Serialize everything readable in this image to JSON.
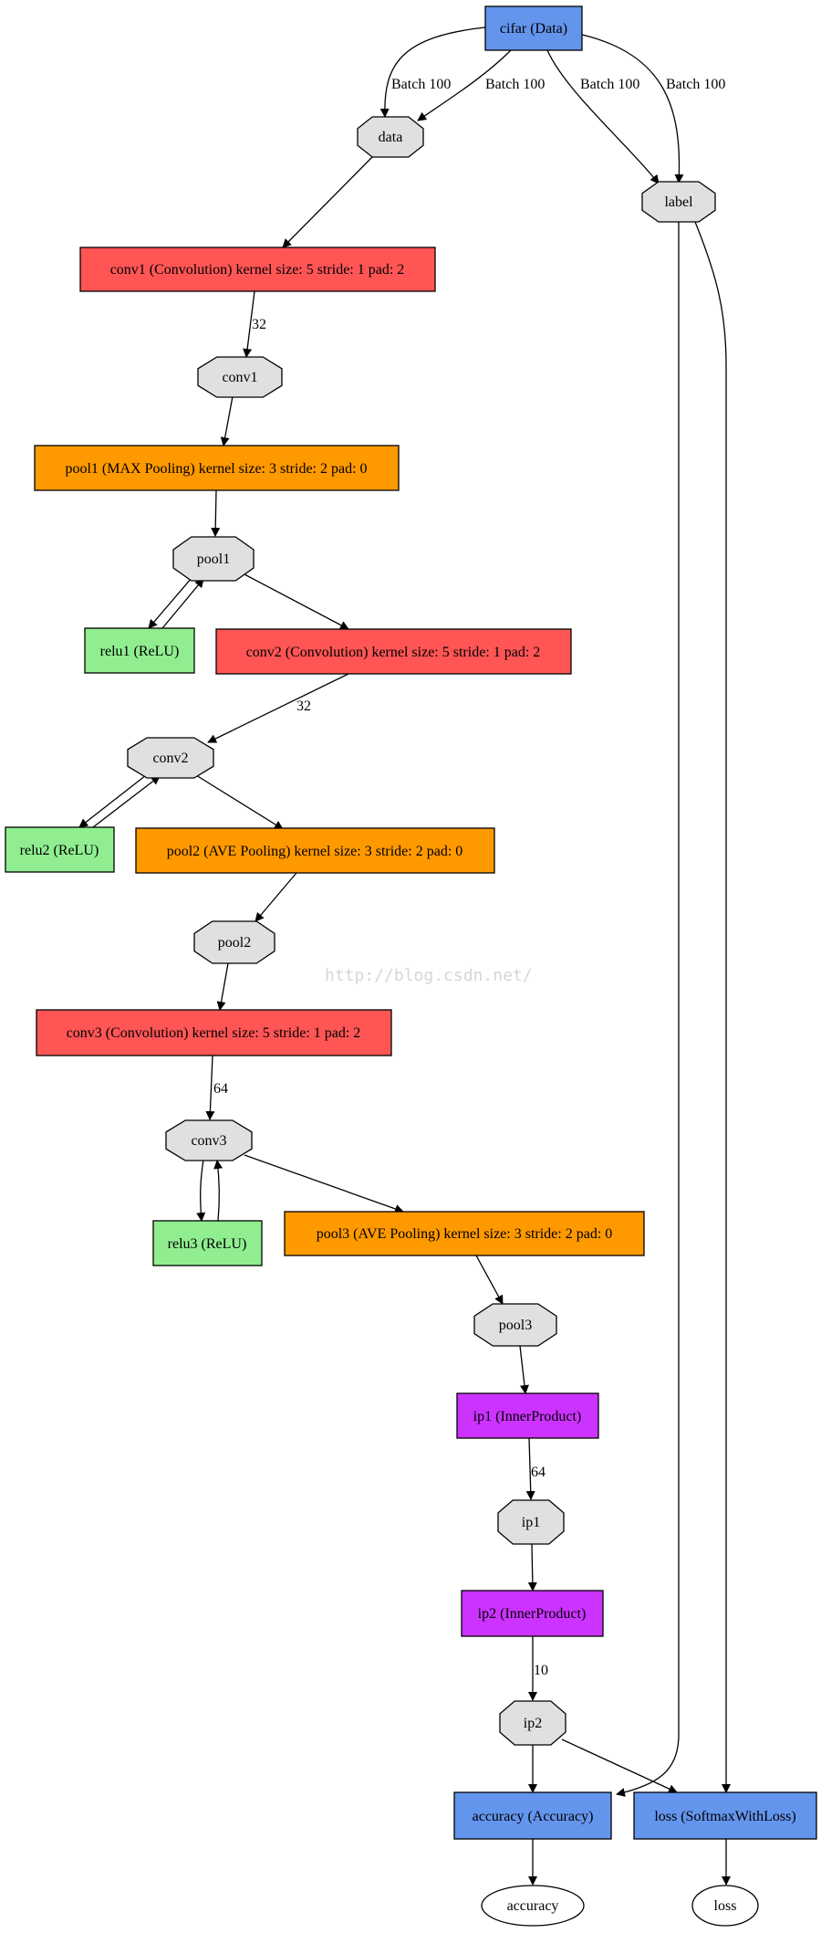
{
  "colors": {
    "data_layer": "#6495ED",
    "convolution": "#FF5555",
    "pooling": "#FF9900",
    "relu": "#90EE90",
    "inner_product": "#CC33FF",
    "blob": "#E0E0E0",
    "output": "#FFFFFF"
  },
  "layers": {
    "cifar": "cifar (Data)",
    "conv1": "conv1 (Convolution) kernel size: 5 stride: 1 pad: 2",
    "pool1": "pool1 (MAX Pooling) kernel size: 3 stride: 2 pad: 0",
    "relu1": "relu1 (ReLU)",
    "conv2": "conv2 (Convolution) kernel size: 5 stride: 1 pad: 2",
    "relu2": "relu2 (ReLU)",
    "pool2": "pool2 (AVE Pooling) kernel size: 3 stride: 2 pad: 0",
    "conv3": "conv3 (Convolution) kernel size: 5 stride: 1 pad: 2",
    "relu3": "relu3 (ReLU)",
    "pool3": "pool3 (AVE Pooling) kernel size: 3 stride: 2 pad: 0",
    "ip1": "ip1 (InnerProduct)",
    "ip2": "ip2 (InnerProduct)",
    "accuracy": "accuracy (Accuracy)",
    "loss": "loss (SoftmaxWithLoss)"
  },
  "blobs": {
    "data": "data",
    "label": "label",
    "conv1": "conv1",
    "pool1": "pool1",
    "conv2": "conv2",
    "pool2": "pool2",
    "conv3": "conv3",
    "pool3": "pool3",
    "ip1": "ip1",
    "ip2": "ip2"
  },
  "outputs": {
    "accuracy": "accuracy",
    "loss": "loss"
  },
  "edge_labels": {
    "batch1": "Batch 100",
    "batch2": "Batch 100",
    "batch3": "Batch 100",
    "batch4": "Batch 100",
    "conv1_out": "32",
    "conv2_out": "32",
    "conv3_out": "64",
    "ip1_out": "64",
    "ip2_out": "10"
  },
  "watermark": "http://blog.csdn.net/"
}
